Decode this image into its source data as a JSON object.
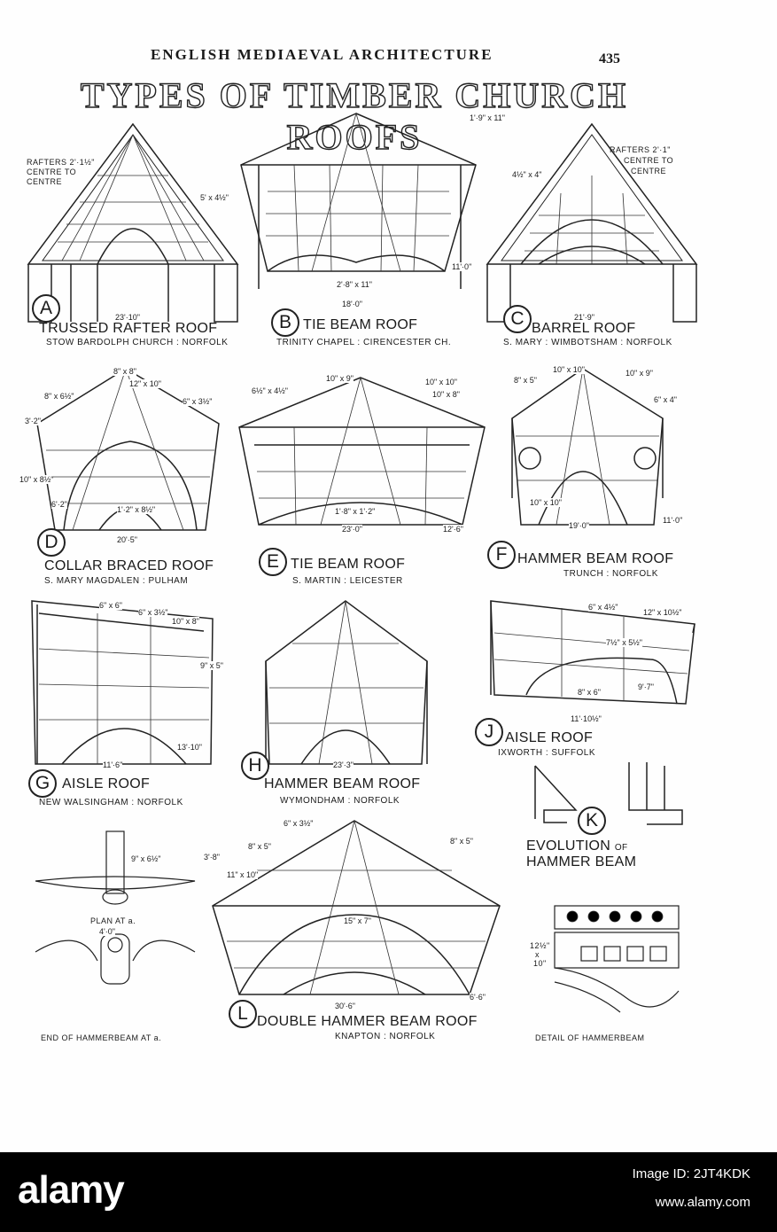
{
  "header": {
    "title": "ENGLISH MEDIAEVAL ARCHITECTURE",
    "page": "435"
  },
  "main_title": "TYPES OF TIMBER CHURCH ROOFS",
  "figures": {
    "A": {
      "letter": "A",
      "caption": "TRUSSED RAFTER ROOF",
      "location": "STOW BARDOLPH CHURCH : NORFOLK",
      "dims": [
        "RAFTERS 2'·1½\"",
        "CENTRE TO",
        "CENTRE",
        "5' x 4½\"",
        "23'·10\""
      ]
    },
    "B": {
      "letter": "B",
      "caption": "TIE BEAM ROOF",
      "location": "TRINITY CHAPEL : CIRENCESTER CH.",
      "dims": [
        "1'·9\" x 11\"",
        "2'·8\" x 11\"",
        "18'·0\"",
        "11'·0\""
      ]
    },
    "C": {
      "letter": "C",
      "caption": "BARREL ROOF",
      "location": "S. MARY : WIMBOTSHAM : NORFOLK",
      "dims": [
        "RAFTERS 2'·1\"",
        "CENTRE TO",
        "CENTRE",
        "4½\" x 4\"",
        "21'·9\""
      ]
    },
    "D": {
      "letter": "D",
      "caption": "COLLAR BRACED ROOF",
      "location": "S. MARY MAGDALEN : PULHAM",
      "dims": [
        "8\" x 8\"",
        "12\" x 10\"",
        "8\" x 6½\"",
        "6\" x 3½\"",
        "3'·2\"",
        "10\" x 8½\"",
        "6'·2\"",
        "1'·2\" x 8½\"",
        "20'·5\""
      ]
    },
    "E": {
      "letter": "E",
      "caption": "TIE BEAM ROOF",
      "location": "S. MARTIN : LEICESTER",
      "dims": [
        "10\" x 9\"",
        "6½\" x 4½\"",
        "10\" x 10\"",
        "10\" x 8\"",
        "1'·8\" x 1'·2\"",
        "23'·0\"",
        "12'·6\""
      ]
    },
    "F": {
      "letter": "F",
      "caption": "HAMMER BEAM ROOF",
      "location": "TRUNCH : NORFOLK",
      "dims": [
        "10\" x 10\"",
        "10\" x 9\"",
        "8\" x 5\"",
        "6\" x 4\"",
        "10\" x 10\"",
        "19'·0\"",
        "11'·0\""
      ]
    },
    "G": {
      "letter": "G",
      "caption": "AISLE ROOF",
      "location": "NEW WALSINGHAM : NORFOLK",
      "dims": [
        "6\" x 6\"",
        "6\" x 3½\"",
        "10\" x 8\"",
        "9\" x 5\"",
        "11'·6\"",
        "13'·10\""
      ]
    },
    "H": {
      "letter": "H",
      "caption": "HAMMER BEAM ROOF",
      "location": "WYMONDHAM : NORFOLK",
      "dims": [
        "23'·3\""
      ]
    },
    "J": {
      "letter": "J",
      "caption": "AISLE ROOF",
      "location": "IXWORTH : SUFFOLK",
      "dims": [
        "6\" x 4½\"",
        "12\" x 10½\"",
        "7½\" x 5½\"",
        "8\" x 6\"",
        "9'·7\"",
        "11'·10½\""
      ]
    },
    "K": {
      "letter": "K",
      "caption_line1": "EVOLUTION",
      "caption_of": "OF",
      "caption_line2": "HAMMER BEAM"
    },
    "L": {
      "letter": "L",
      "caption": "DOUBLE HAMMER BEAM ROOF",
      "location": "KNAPTON : NORFOLK",
      "dims": [
        "6\" x 3½\"",
        "8\" x 5\"",
        "8\" x 5\"",
        "11\" x 10\"",
        "3'·8\"",
        "15\" x 7\"",
        "30'·6\"",
        "6'·6\""
      ]
    }
  },
  "details": {
    "plan_dim": "9\" x 6½\"",
    "plan_label": "PLAN AT a.",
    "end_dim": "4'·0\"",
    "end_label": "END OF HAMMERBEAM AT a.",
    "detail_dims": [
      "12½\"",
      "x",
      "10\""
    ],
    "detail_label": "DETAIL OF HAMMERBEAM"
  },
  "watermark": {
    "brand": "alamy",
    "image_id": "Image ID: 2JT4KDK",
    "url": "www.alamy.com"
  }
}
